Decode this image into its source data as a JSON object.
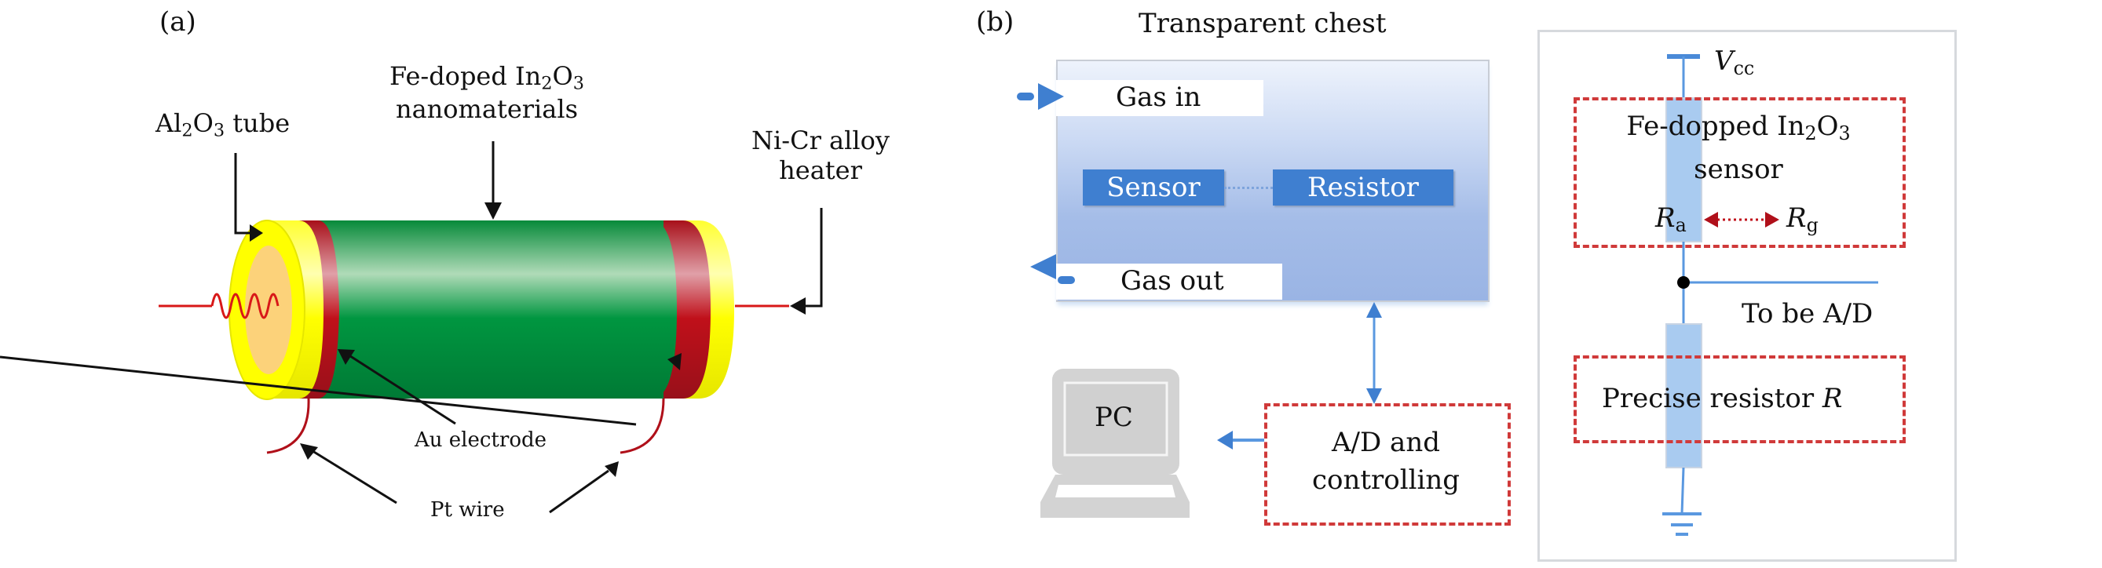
{
  "panel_a": {
    "label": "(a)",
    "al2o3_tube": {
      "main": "Al",
      "sub1": "2",
      "o": "O",
      "sub2": "3",
      "rest": " tube"
    },
    "fe_doped": {
      "line1_pre": "Fe-doped In",
      "sub1": "2",
      "o": "O",
      "sub2": "3",
      "line2": "nanomaterials"
    },
    "heater": {
      "line1": "Ni-Cr alloy",
      "line2": "heater"
    },
    "au_electrode": "Au electrode",
    "pt_wire": "Pt wire",
    "colors": {
      "tube_yellow": "#ffff00",
      "electrode_red": "#b0101a",
      "film_green": "#0a8c3c",
      "core_orange": "#fcd27a",
      "wire_red": "#d81818"
    }
  },
  "panel_b": {
    "label": "(b)",
    "chest_title": "Transparent chest",
    "gas_in": "Gas in",
    "gas_out": "Gas out",
    "sensor": "Sensor",
    "resistor": "Resistor",
    "pc": "PC",
    "ad_line1": "A/D and",
    "ad_line2": "controlling",
    "colors": {
      "accent_blue": "#3f7fd0",
      "dash_red": "#d03a3a"
    }
  },
  "circuit": {
    "vcc_main": "V",
    "vcc_sub": "cc",
    "sensor_line1_pre": "Fe-dopped In",
    "sensor_sub1": "2",
    "sensor_o": "O",
    "sensor_sub2": "3",
    "sensor_line2": "sensor",
    "ra_main": "R",
    "ra_sub": "a",
    "rg_main": "R",
    "rg_sub": "g",
    "to_ad": "To be A/D",
    "precise_pre": "Precise resistor ",
    "precise_r": "R"
  }
}
